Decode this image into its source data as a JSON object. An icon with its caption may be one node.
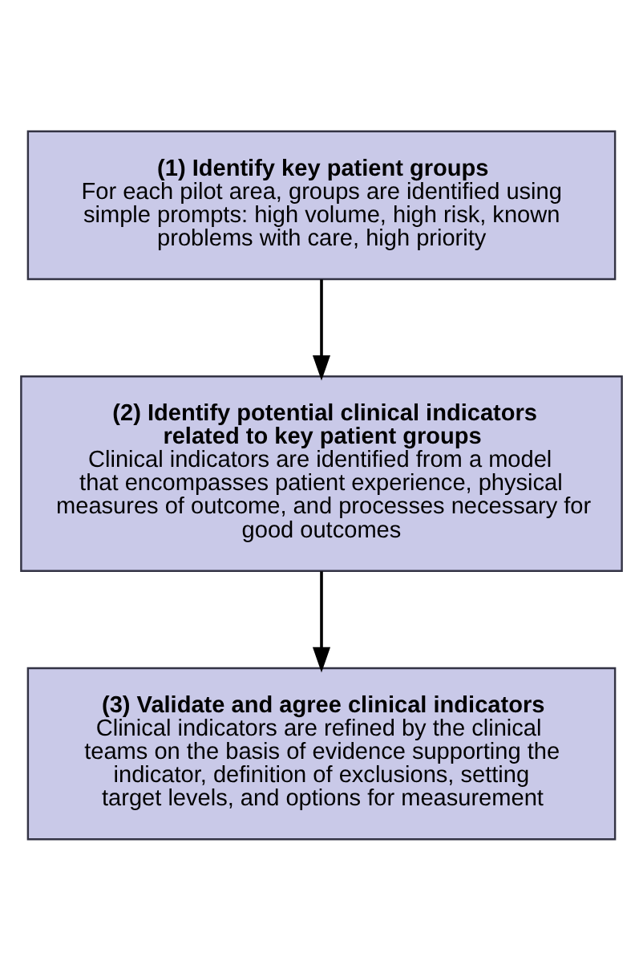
{
  "diagram": {
    "nodes": [
      {
        "text": [
          "(1) Identify key patient groups",
          "For each pilot area, groups are identified using simple prompts: high volume, high risk, known problems with care, high priority"
        ]
      },
      {
        "text": [
          "(2) Identify potential clinical indicators related to key patient groups",
          "Clinical indicators are identified from a model that encompasses patient experience, physical measures of outcome, and processes necessary for good outcomes"
        ]
      },
      {
        "text": [
          "(3) Validate and agree clinical indicators",
          "Clinical indicators are refined by the clinical teams on the basis of evidence supporting the indicator, definition of exclusions, setting target levels, and options for measurement"
        ]
      }
    ],
    "edges": [
      {
        "from": 0,
        "to": 1,
        "arrow": "to"
      },
      {
        "from": 1,
        "to": 2,
        "arrow": "to"
      }
    ]
  }
}
